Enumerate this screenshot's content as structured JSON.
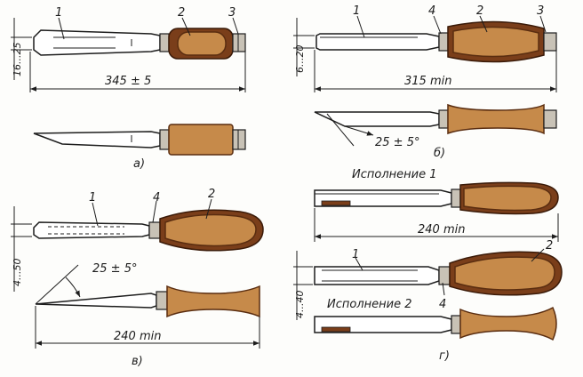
{
  "labels": {
    "part_1": "1",
    "part_2": "2",
    "part_3": "3",
    "part_4": "4"
  },
  "panel_a": {
    "caption": "а)",
    "overall_length": "345 ± 5",
    "blade_width": "16...25"
  },
  "panel_b": {
    "caption": "б)",
    "overall_length": "315 min",
    "blade_width": "6...20",
    "angle": "25 ± 5°"
  },
  "panel_v": {
    "caption": "в)",
    "overall_length": "240 min",
    "blade_width": "4...50",
    "angle": "25 ± 5°"
  },
  "panel_g": {
    "caption": "г)",
    "variant_1": "Исполнение 1",
    "variant_2": "Исполнение 2",
    "overall_length": "240 min",
    "blade_width": "4...40"
  },
  "colors": {
    "wood_light": "#c68a4a",
    "wood_dark": "#7a3e1a",
    "ink": "#1d1d1d"
  }
}
